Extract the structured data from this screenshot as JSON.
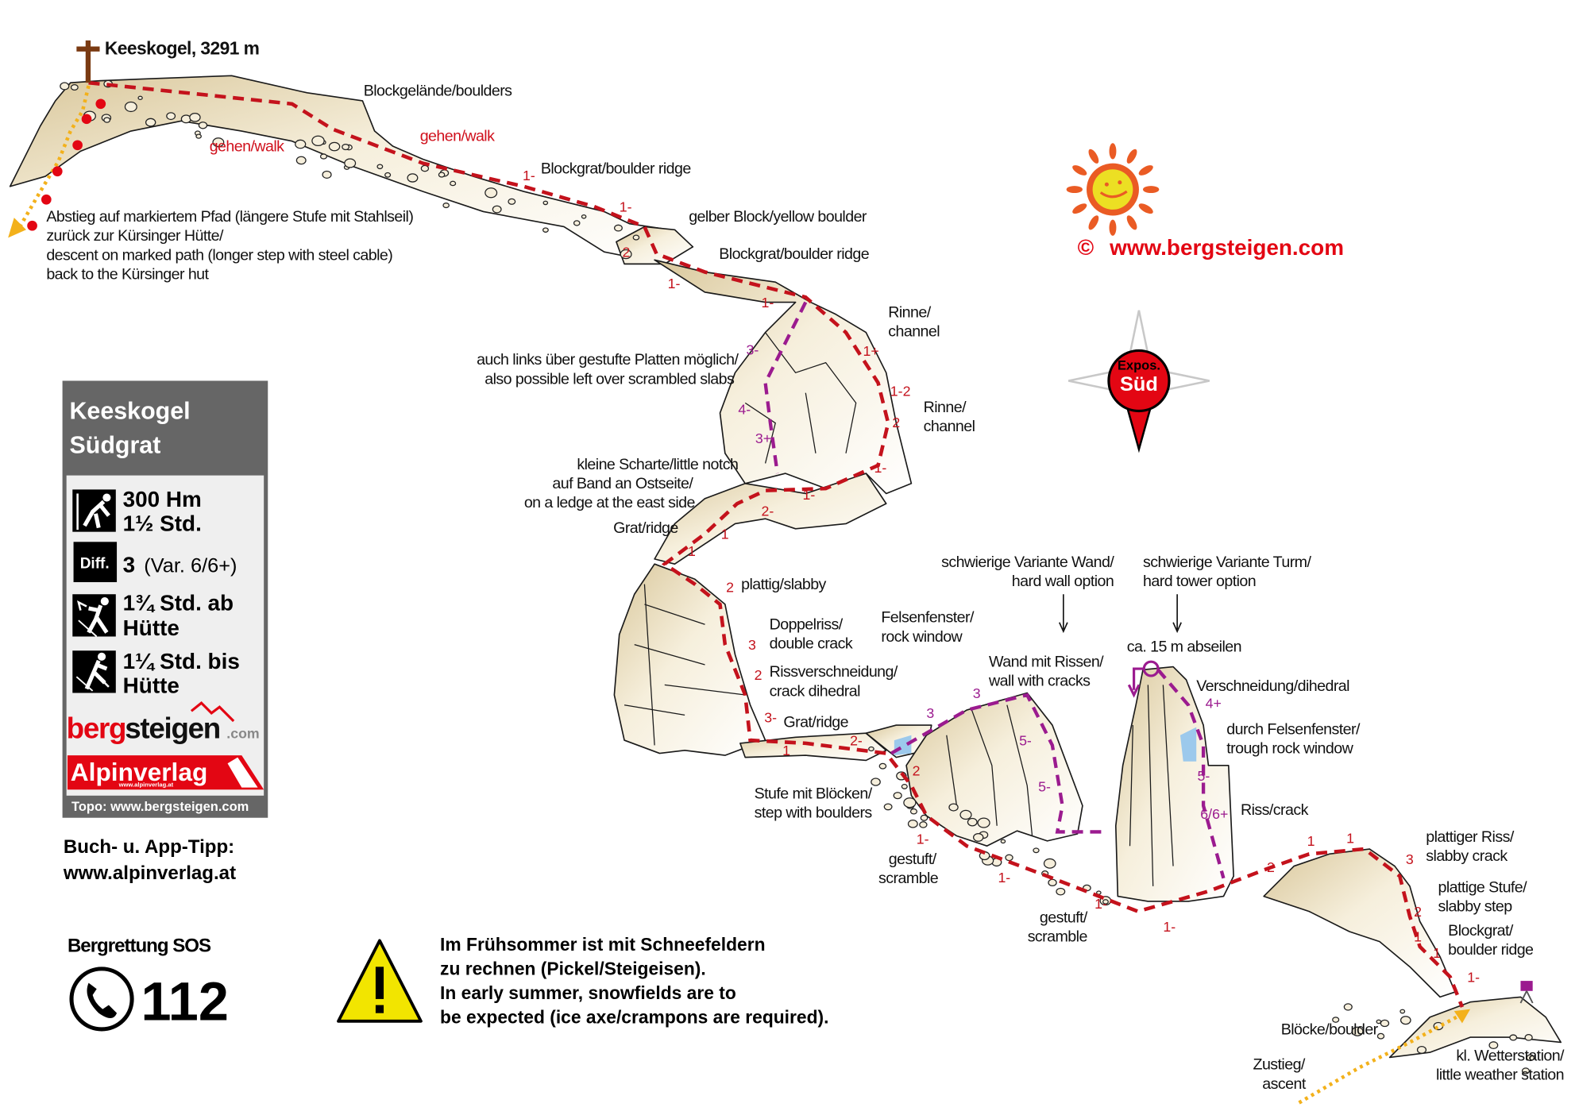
{
  "summit": {
    "name": "Keeskogel, 3291 m"
  },
  "labels": {
    "boulders_top": "Blockgelände/boulders",
    "walk_1": "gehen/walk",
    "walk_2": "gehen/walk",
    "ridge_1": "Blockgrat/boulder ridge",
    "descent": [
      "Abstieg auf markiertem Pfad (längere Stufe mit Stahlseil)",
      "zurück zur Kürsinger Hütte/",
      "descent on marked path (longer step with steel cable)",
      "back to the Kürsinger hut"
    ],
    "yellow_boulder": "gelber Block/yellow boulder",
    "ridge_2": "Blockgrat/boulder ridge",
    "channel_1": [
      "Rinne/",
      "channel"
    ],
    "left_slabs": [
      "auch links über gestufte Platten möglich/",
      "also possible left over scrambled slabs"
    ],
    "channel_2": [
      "Rinne/",
      "channel"
    ],
    "notch": [
      "kleine Scharte/little notch",
      "auf Band an Ostseite/",
      "on a ledge at the east side"
    ],
    "gratridge_1": "Grat/ridge",
    "slabby": "plattig/slabby",
    "double_crack": [
      "Doppelriss/",
      "double crack"
    ],
    "rock_window": [
      "Felsenfenster/",
      "rock window"
    ],
    "crack_dihedral": [
      "Rissverschneidung/",
      "crack dihedral"
    ],
    "gratridge_2": "Grat/ridge",
    "step_boulders": [
      "Stufe mit Blöcken/",
      "step with boulders"
    ],
    "scramble_1": [
      "gestuft/",
      "scramble"
    ],
    "hard_wall": [
      "schwierige Variante Wand/",
      "hard wall option"
    ],
    "hard_tower": [
      "schwierige Variante Turm/",
      "hard tower option"
    ],
    "abseil": "ca. 15 m abseilen",
    "wall_cracks": [
      "Wand mit Rissen/",
      "wall with cracks"
    ],
    "dihedral": "Verschneidung/dihedral",
    "through_window": [
      "durch Felsenfenster/",
      "trough rock window"
    ],
    "crack": "Riss/crack",
    "slabby_crack": [
      "plattiger Riss/",
      "slabby crack"
    ],
    "slabby_step": [
      "plattige Stufe/",
      "slabby step"
    ],
    "ridge_3": [
      "Blockgrat/",
      "boulder ridge"
    ],
    "scramble_2": [
      "gestuft/",
      "scramble"
    ],
    "boulder_low": "Blöcke/boulder",
    "ascent": [
      "Zustieg/",
      "ascent"
    ],
    "weather_station": [
      "kl. Wetterstation/",
      "little weather station"
    ]
  },
  "grades_route": [
    "1-",
    "1-",
    "2",
    "1-",
    "1-",
    "1+",
    "1-2",
    "2",
    "1-",
    "1-",
    "2-",
    "1",
    "1",
    "2",
    "3",
    "2",
    "3-",
    "1",
    "2-",
    "2",
    "1-",
    "1-",
    "1-",
    "1-",
    "2",
    "1",
    "1",
    "3",
    "2",
    "1",
    "1",
    "1-"
  ],
  "grades_variant": [
    "3-",
    "4-",
    "3+",
    "3",
    "3",
    "5-",
    "5-",
    "4+",
    "5-",
    "6/6+"
  ],
  "infobox": {
    "title": [
      "Keeskogel",
      "Südgrat"
    ],
    "elevation": "300 Hm",
    "time": "1½ Std.",
    "diff_badge": "Diff.",
    "diff_value": "3",
    "diff_variant": "(Var. 6/6+)",
    "approach": [
      "1¾ Std. ab",
      "Hütte"
    ],
    "return": [
      "1¼ Std. bis",
      "Hütte"
    ],
    "logo_bergsteigen": [
      "berg",
      "steigen",
      ".com"
    ],
    "logo_alpinverlag": "Alpinverlag",
    "logo_alpinverlag_url": "www.alpinverlag.at",
    "topo_credit": "Topo: www.bergsteigen.com"
  },
  "book_tip": [
    "Buch- u. App-Tipp:",
    "www.alpinverlag.at"
  ],
  "rescue": {
    "title": "Bergrettung SOS",
    "number": "112"
  },
  "warning": [
    "Im Frühsommer ist mit Schneefeldern",
    "zu rechnen (Pickel/Steigeisen).",
    "In early summer, snowfields are to",
    "be expected (ice axe/crampons are required)."
  ],
  "copyright": {
    "symbol": "©",
    "url": "www.bergsteigen.com"
  },
  "compass": {
    "top": "Expos.",
    "main": "Süd"
  },
  "colors": {
    "route": "#c4121c",
    "variant": "#9b1b8f",
    "descent": "#f3b11b",
    "rock": "#efe3c4",
    "brand_red": "#e30613",
    "box_grey": "#666666"
  }
}
